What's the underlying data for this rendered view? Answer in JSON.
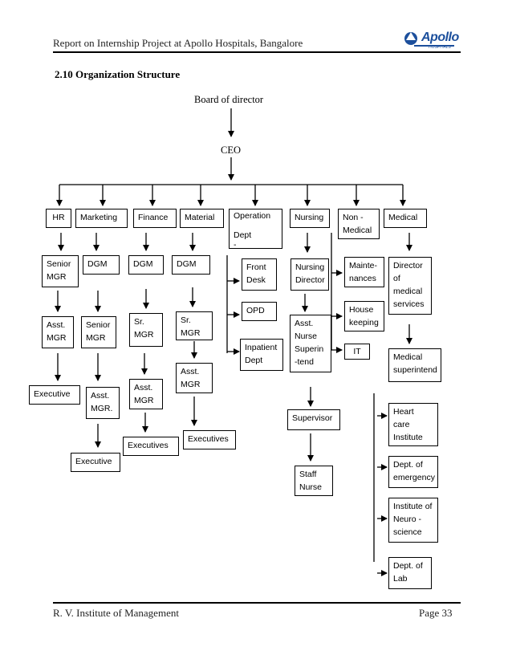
{
  "header": {
    "title": "Report on Internship Project at Apollo Hospitals, Bangalore",
    "logo_text": "Apollo",
    "logo_sub": "HOSPITALS"
  },
  "section_title": "2.10 Organization Structure",
  "org": {
    "board": "Board of director",
    "ceo": "CEO",
    "hr": "HR",
    "marketing": "Marketing",
    "finance": "Finance",
    "material": "Material",
    "operation": "Operation\n\nDept\n-",
    "nursing": "Nursing",
    "non_medical": "Non -\nMedical",
    "medical": "Medical",
    "hr_senior_mgr": "Senior\nMGR",
    "hr_asst_mgr": "Asst.\nMGR",
    "hr_executive": "Executive",
    "mkt_dgm": "DGM",
    "mkt_senior_mgr": "Senior\nMGR",
    "mkt_asst_mgr": "Asst.\nMGR.",
    "mkt_executive": "Executive",
    "fin_dgm": "DGM",
    "fin_sr_mgr": "Sr.\nMGR",
    "fin_asst_mgr": "Asst.\nMGR",
    "fin_executives": "Executives",
    "mat_dgm": "DGM",
    "mat_sr_mgr": "Sr.\nMGR",
    "mat_asst_mgr": "Asst.\nMGR",
    "mat_executives": "Executives",
    "op_front_desk": "Front\nDesk",
    "op_opd": "OPD",
    "op_inpatient": "Inpatient\nDept",
    "nur_director": "Nursing\nDirector",
    "nur_superintend": "Asst.\nNurse\nSuperin\n-tend",
    "nur_supervisor": "Supervisor",
    "nur_staff": "Staff\nNurse",
    "nm_maintenances": "Mainte-\nnances",
    "nm_housekeeping": "House\nkeeping",
    "nm_it": "IT",
    "med_director": "Director\nof\nmedical\nservices",
    "med_superintend": "Medical\nsuperintend",
    "med_heart": "Heart\ncare\nInstitute",
    "med_emergency": "Dept. of\nemergency",
    "med_neuro": "Institute of\nNeuro -\nscience",
    "med_lab": "Dept. of\nLab"
  },
  "footer": {
    "left": "R. V. Institute of Management",
    "right": "Page 33"
  }
}
